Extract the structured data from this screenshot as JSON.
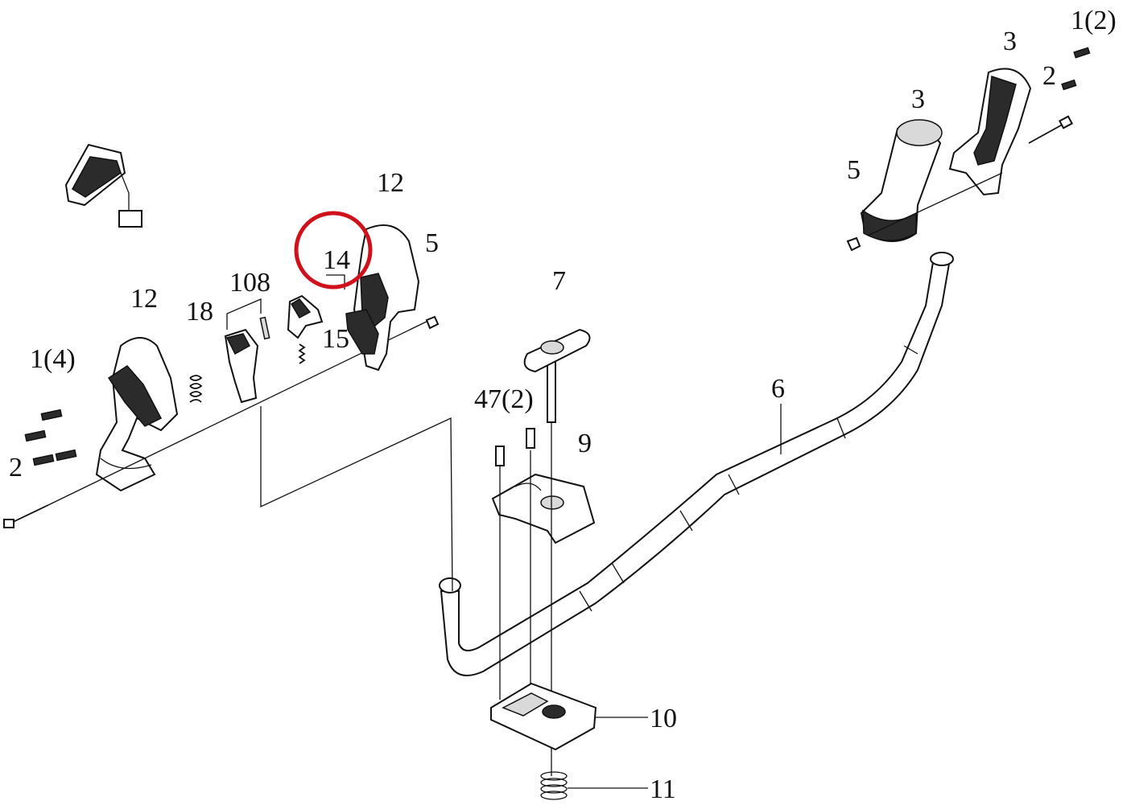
{
  "labels": {
    "l1_2": "1(2)",
    "l3_right": "3",
    "l3_mid": "3",
    "l2_right": "2",
    "l5_right": "5",
    "l12_top": "12",
    "l5_mid": "5",
    "l14": "14",
    "l108": "108",
    "l12_left": "12",
    "l18": "18",
    "l15": "15",
    "l7": "7",
    "l1_4": "1(4)",
    "l6": "6",
    "l47_2": "47(2)",
    "l9": "9",
    "l2_left": "2",
    "l10": "10",
    "l11": "11"
  },
  "colors": {
    "highlight_circle": "#d0111b",
    "line": "#111111"
  }
}
